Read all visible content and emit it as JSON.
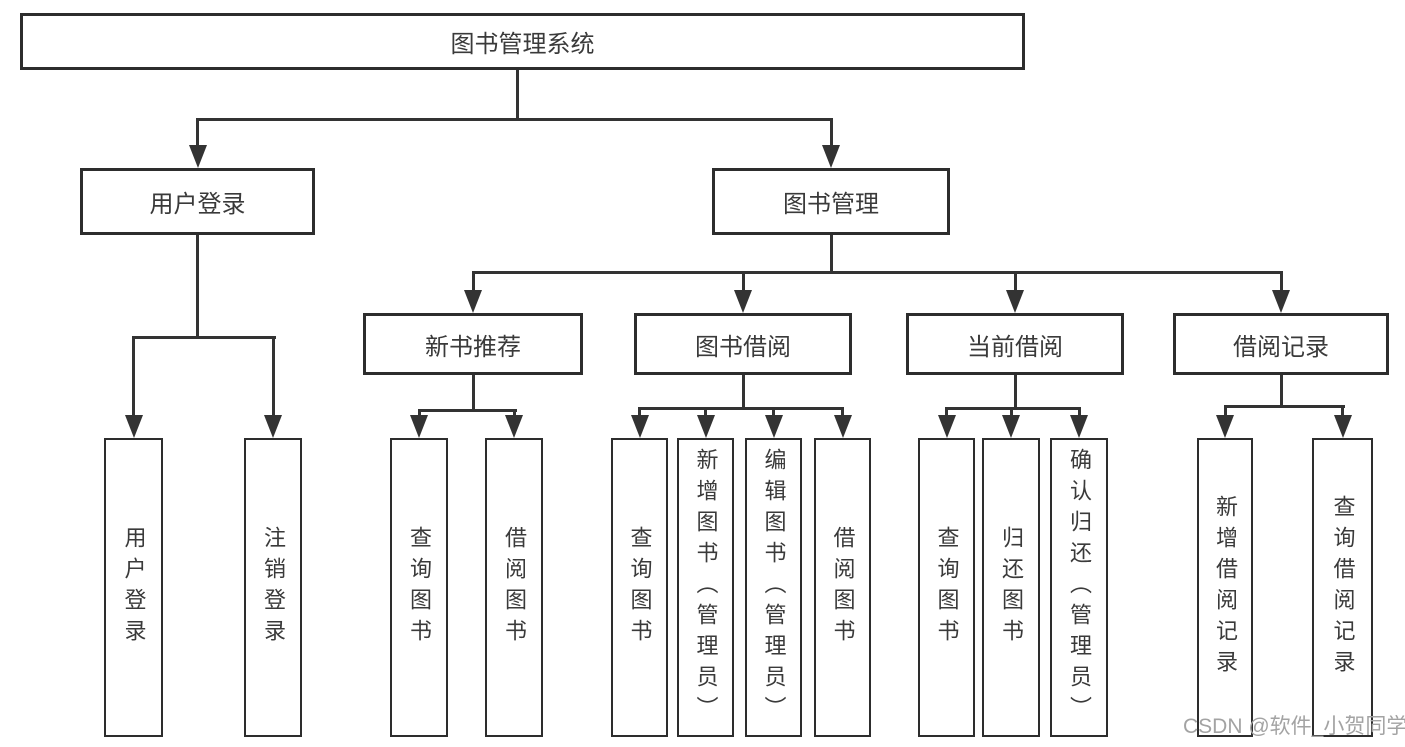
{
  "diagram": {
    "root": {
      "label": "图书管理系统"
    },
    "level1": [
      {
        "label": "用户登录"
      },
      {
        "label": "图书管理"
      }
    ],
    "level2": [
      {
        "label": "新书推荐"
      },
      {
        "label": "图书借阅"
      },
      {
        "label": "当前借阅"
      },
      {
        "label": "借阅记录"
      }
    ],
    "leaves": [
      {
        "parent": "用户登录",
        "items": [
          {
            "label": "用户登录"
          },
          {
            "label": "注销登录"
          }
        ]
      },
      {
        "parent": "新书推荐",
        "items": [
          {
            "label": "查询图书"
          },
          {
            "label": "借阅图书"
          }
        ]
      },
      {
        "parent": "图书借阅",
        "items": [
          {
            "label": "查询图书"
          },
          {
            "label": "新增图书（管理员）"
          },
          {
            "label": "编辑图书（管理员）"
          },
          {
            "label": "借阅图书"
          }
        ]
      },
      {
        "parent": "当前借阅",
        "items": [
          {
            "label": "查询图书"
          },
          {
            "label": "归还图书"
          },
          {
            "label": "确认归还（管理员）"
          }
        ]
      },
      {
        "parent": "借阅记录",
        "items": [
          {
            "label": "新增借阅记录"
          },
          {
            "label": "查询借阅记录"
          }
        ]
      }
    ]
  },
  "watermark": {
    "text": "CSDN @软件_小贺同学"
  },
  "colors": {
    "background": "#ffffff",
    "box_border": "#2d2d2d",
    "connector": "#333333",
    "text": "#3a3a3a",
    "watermark": "#a3a3a3"
  }
}
